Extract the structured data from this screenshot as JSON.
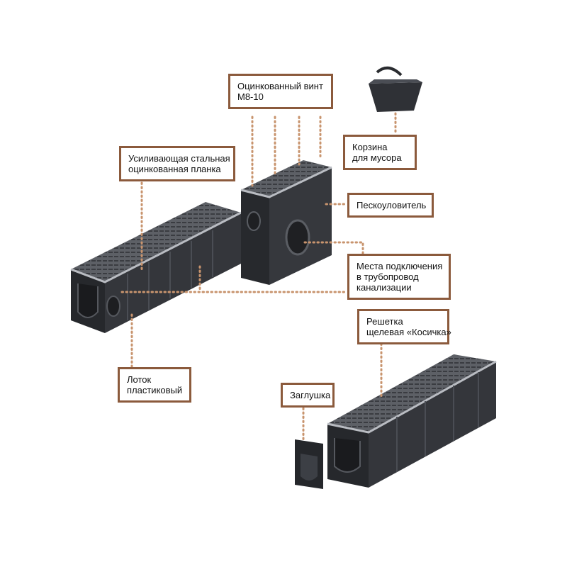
{
  "diagram": {
    "labels": {
      "screw": [
        "Оцинкованный винт",
        "М8-10"
      ],
      "basket": [
        "Корзина",
        "для  мусора"
      ],
      "plate": [
        "Усиливающая стальная",
        "оцинкованная планка"
      ],
      "sand_trap": [
        "Пескоуловитель"
      ],
      "connection": [
        "Места подключения",
        "в трубопровод",
        "канализации"
      ],
      "grate": [
        "Решетка",
        "щелевая «Косичка»"
      ],
      "tray": [
        "Лоток",
        "пластиковый"
      ],
      "plug": [
        "Заглушка"
      ]
    },
    "colors": {
      "frame": "#8b5a3c",
      "connector": "#c8946e",
      "body": "#2e3035",
      "body_light": "#4a4d54",
      "grate": "#6c6f75",
      "steel": "#b9bcc2"
    }
  }
}
